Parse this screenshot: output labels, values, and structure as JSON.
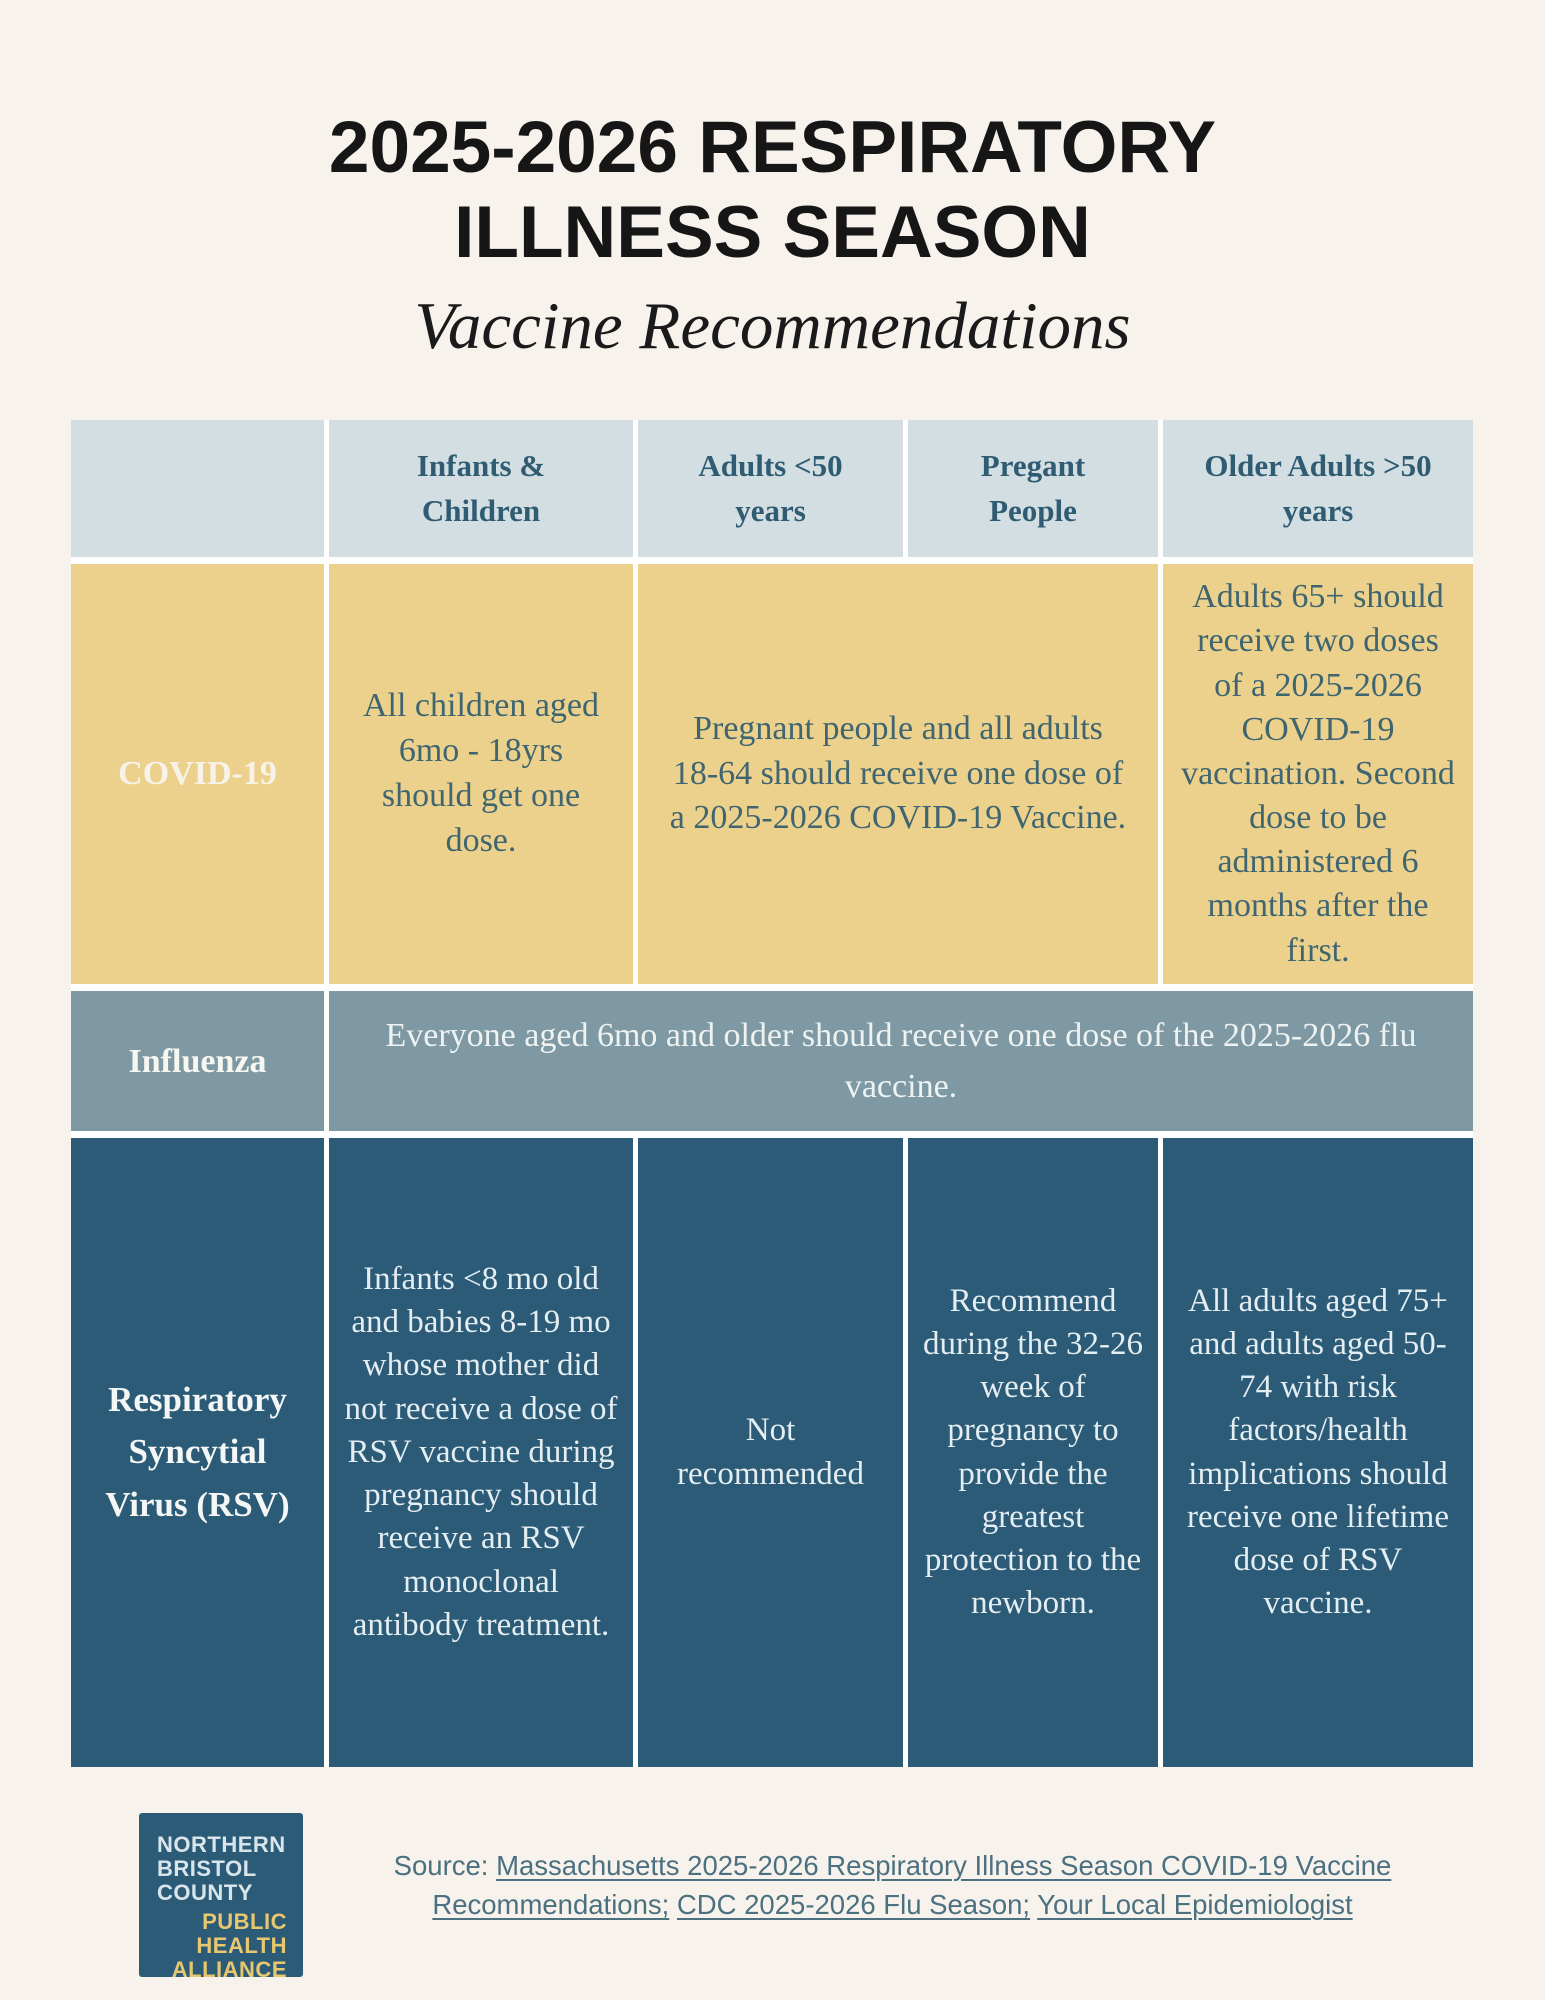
{
  "header": {
    "title_line1": "2025-2026 RESPIRATORY",
    "title_line2": "ILLNESS SEASON",
    "subtitle": "Vaccine Recommendations"
  },
  "table": {
    "column_headers": [
      "",
      "Infants & Children",
      "Adults <50 years",
      "Pregant People",
      "Older Adults >50 years"
    ],
    "covid": {
      "label": "COVID-19",
      "infants_children": "All children aged 6mo - 18yrs should get one dose.",
      "adults_and_pregnant_merged": "Pregnant people and all adults 18-64 should receive one dose of a 2025-2026 COVID-19 Vaccine.",
      "older_adults": "Adults 65+ should receive two doses of a 2025-2026 COVID-19 vaccination. Second dose to be administered 6 months after the first."
    },
    "influenza": {
      "label": "Influenza",
      "all_groups_merged": "Everyone aged 6mo and older should receive one dose of the 2025-2026 flu vaccine."
    },
    "rsv": {
      "label": "Respiratory Syncytial Virus (RSV)",
      "infants_children": "Infants <8 mo old and babies 8-19 mo whose mother did not receive a dose of RSV vaccine during pregnancy should receive an RSV monoclonal antibody treatment.",
      "adults_under_50": "Not recommended",
      "pregnant_people": "Recommend during the 32-26 week of pregnancy to provide the greatest protection to the newborn.",
      "older_adults": "All adults aged 75+ and adults aged 50-74 with risk factors/health implications should receive one lifetime dose of RSV vaccine."
    }
  },
  "footer": {
    "logo_lines": [
      "NORTHERN",
      "BRISTOL",
      "COUNTY",
      "PUBLIC",
      "HEALTH",
      "ALLIANCE"
    ],
    "source_prefix": "Source: ",
    "links": [
      {
        "text": "Massachusetts 2025-2026 Respiratory Illness Season COVID-19 Vaccine Recommendations;"
      },
      {
        "text": "CDC 2025-2026 Flu Season;"
      },
      {
        "text": "Your Local Epidemiologist"
      }
    ]
  },
  "colors": {
    "page_background": "#f7f2ec",
    "header_row_background": "#d2dee1",
    "header_text": "#2f5c72",
    "covid_row_background": "#ecd18c",
    "covid_text": "#3f6570",
    "influenza_row_background": "#7e99a3",
    "rsv_row_background": "#2b5b77",
    "light_text": "#f4f7f5",
    "cell_divider": "#ffffff",
    "source_text": "#4b7180",
    "logo_background": "#2b5b77",
    "logo_text_light": "#d8e6ec",
    "logo_text_gold": "#e9c76f"
  }
}
